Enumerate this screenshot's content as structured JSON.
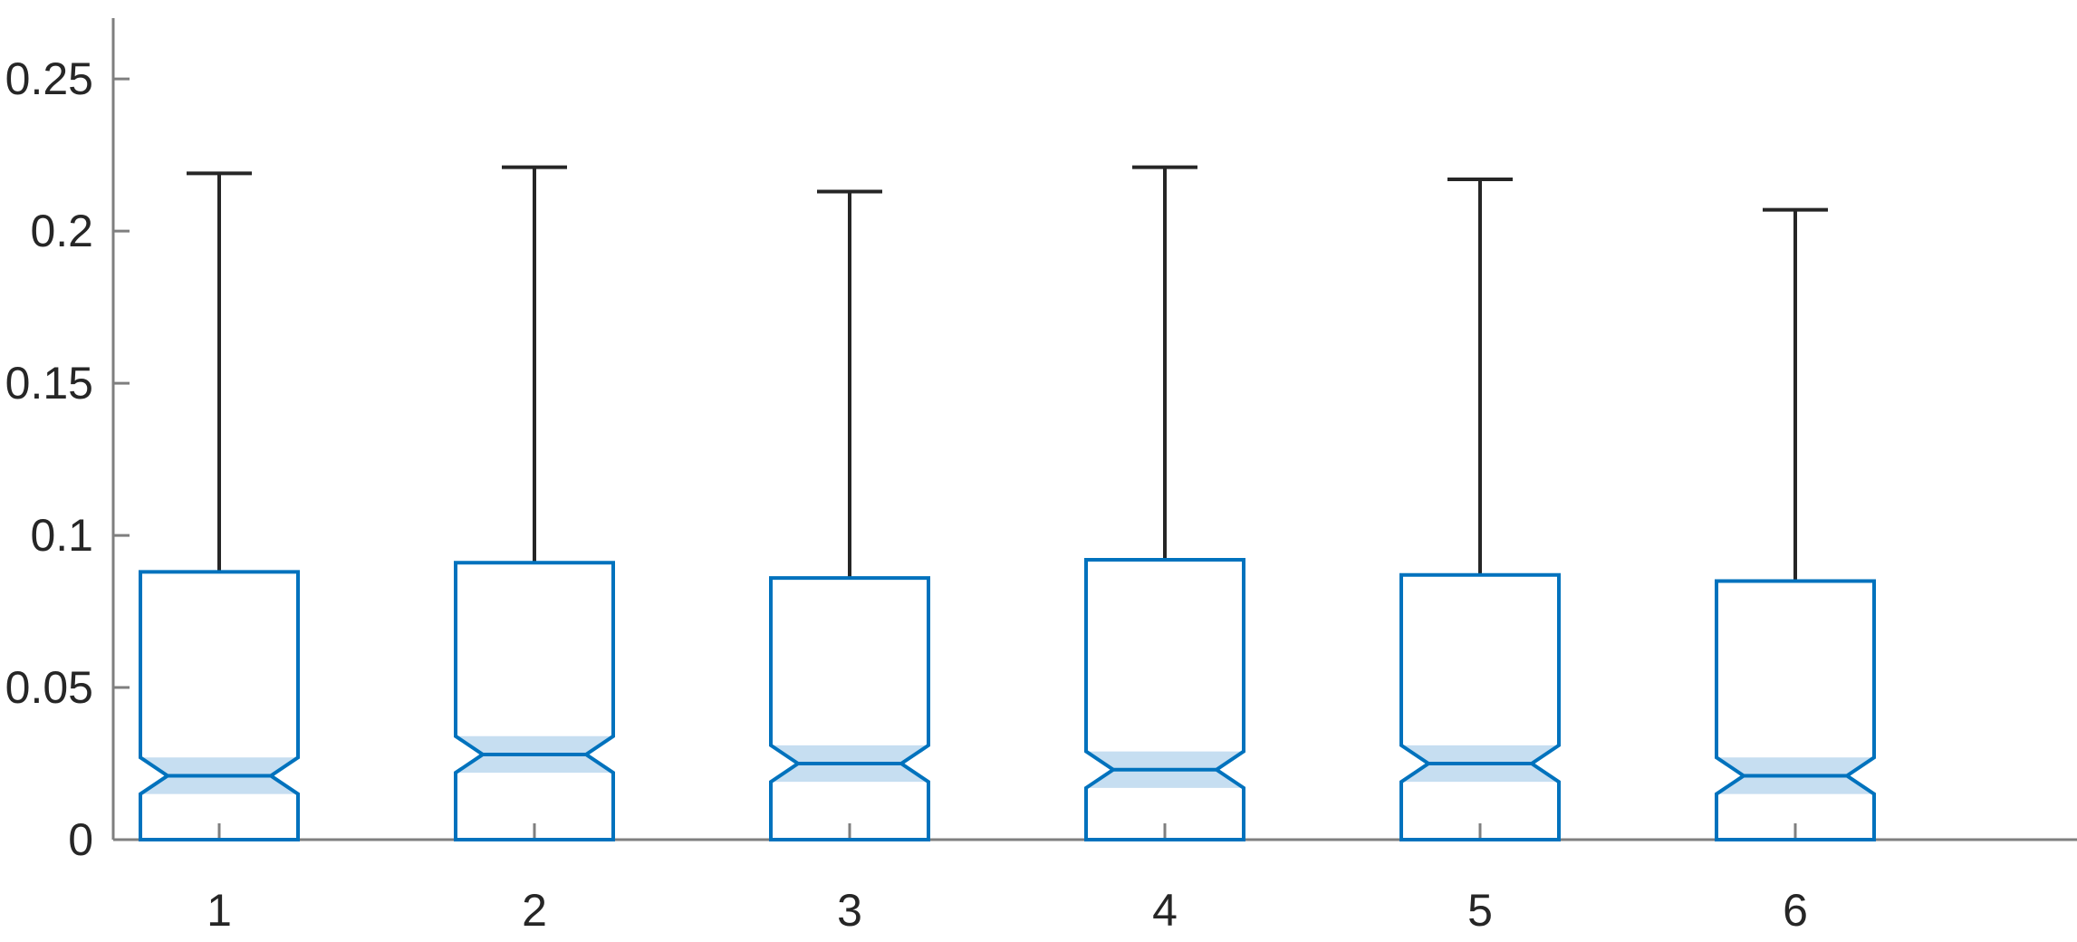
{
  "chart_data": {
    "type": "box",
    "notched": true,
    "title": "",
    "xlabel": "",
    "ylabel": "",
    "categories": [
      "1",
      "2",
      "3",
      "4",
      "5",
      "6"
    ],
    "ylim": [
      0,
      0.27
    ],
    "yticks": [
      0,
      0.05,
      0.1,
      0.15,
      0.2,
      0.25
    ],
    "ytick_labels": [
      "0",
      "0.05",
      "0.1",
      "0.15",
      "0.2",
      "0.25"
    ],
    "grid": false,
    "legend": "none",
    "boxes": [
      {
        "category": "1",
        "min": 0,
        "q1": 0,
        "median": 0.021,
        "q3": 0.088,
        "whisker_high": 0.219,
        "notch_low": 0.015,
        "notch_high": 0.027
      },
      {
        "category": "2",
        "min": 0,
        "q1": 0,
        "median": 0.028,
        "q3": 0.091,
        "whisker_high": 0.221,
        "notch_low": 0.022,
        "notch_high": 0.034
      },
      {
        "category": "3",
        "min": 0,
        "q1": 0,
        "median": 0.025,
        "q3": 0.086,
        "whisker_high": 0.213,
        "notch_low": 0.019,
        "notch_high": 0.031
      },
      {
        "category": "4",
        "min": 0,
        "q1": 0,
        "median": 0.023,
        "q3": 0.092,
        "whisker_high": 0.221,
        "notch_low": 0.017,
        "notch_high": 0.029
      },
      {
        "category": "5",
        "min": 0,
        "q1": 0,
        "median": 0.025,
        "q3": 0.087,
        "whisker_high": 0.217,
        "notch_low": 0.019,
        "notch_high": 0.031
      },
      {
        "category": "6",
        "min": 0,
        "q1": 0,
        "median": 0.021,
        "q3": 0.085,
        "whisker_high": 0.207,
        "notch_low": 0.015,
        "notch_high": 0.027
      }
    ],
    "colors": {
      "box": "#0072BD",
      "notch_fill": "#C6DEF1",
      "whisker": "#262626",
      "axis": "#7f7f7f",
      "text": "#262626"
    }
  }
}
